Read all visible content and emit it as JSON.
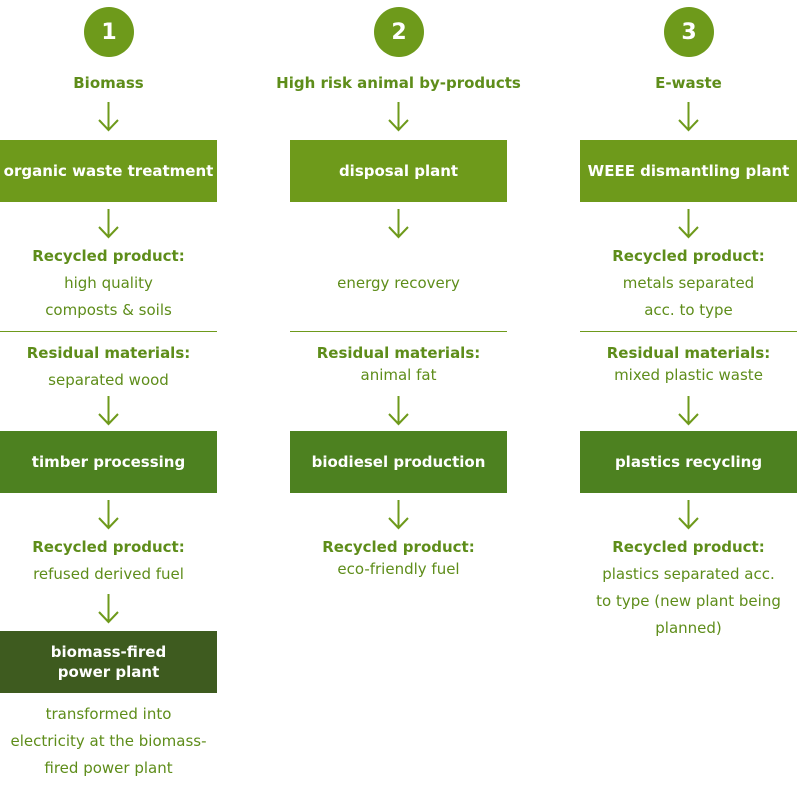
{
  "columns": [
    {
      "number": "1",
      "title": "Biomass",
      "box1": "organic waste treatment",
      "recycled_label": "Recycled product:",
      "recycled_lines": [
        "high quality",
        "composts & soils"
      ],
      "residual_label": "Residual materials:",
      "residual_value": "separated wood",
      "box2": "timber processing",
      "recycled2_label": "Recycled product:",
      "recycled2_value": "refused derived fuel",
      "box3_lines": [
        "biomass-fired",
        "power plant"
      ],
      "final_lines": [
        "transformed into",
        "electricity at the biomass-",
        "fired power plant"
      ]
    },
    {
      "number": "2",
      "title": "High risk animal by-products",
      "box1": "disposal plant",
      "recycled_value": "energy recovery",
      "residual_label": "Residual materials:",
      "residual_value": "animal fat",
      "box2": "biodiesel production",
      "recycled2_label": "Recycled product:",
      "recycled2_value": "eco-friendly fuel"
    },
    {
      "number": "3",
      "title": "E-waste",
      "box1": "WEEE dismantling plant",
      "recycled_label": "Recycled product:",
      "recycled_lines": [
        "metals separated",
        "acc. to type"
      ],
      "residual_label": "Residual materials:",
      "residual_value": "mixed plastic waste",
      "box2": "plastics recycling",
      "recycled2_label": "Recycled product:",
      "recycled2_lines": [
        "plastics separated acc.",
        "to type (new plant being",
        "planned)"
      ]
    }
  ],
  "colors": {
    "text_green": "#5e8d1a",
    "badge_green": "#6e9a1b",
    "box_light": "#6e9a1b",
    "box_mid": "#4d8120",
    "box_dark": "#3e5b1f"
  },
  "icons": {
    "arrow": "down-arrow-icon"
  }
}
